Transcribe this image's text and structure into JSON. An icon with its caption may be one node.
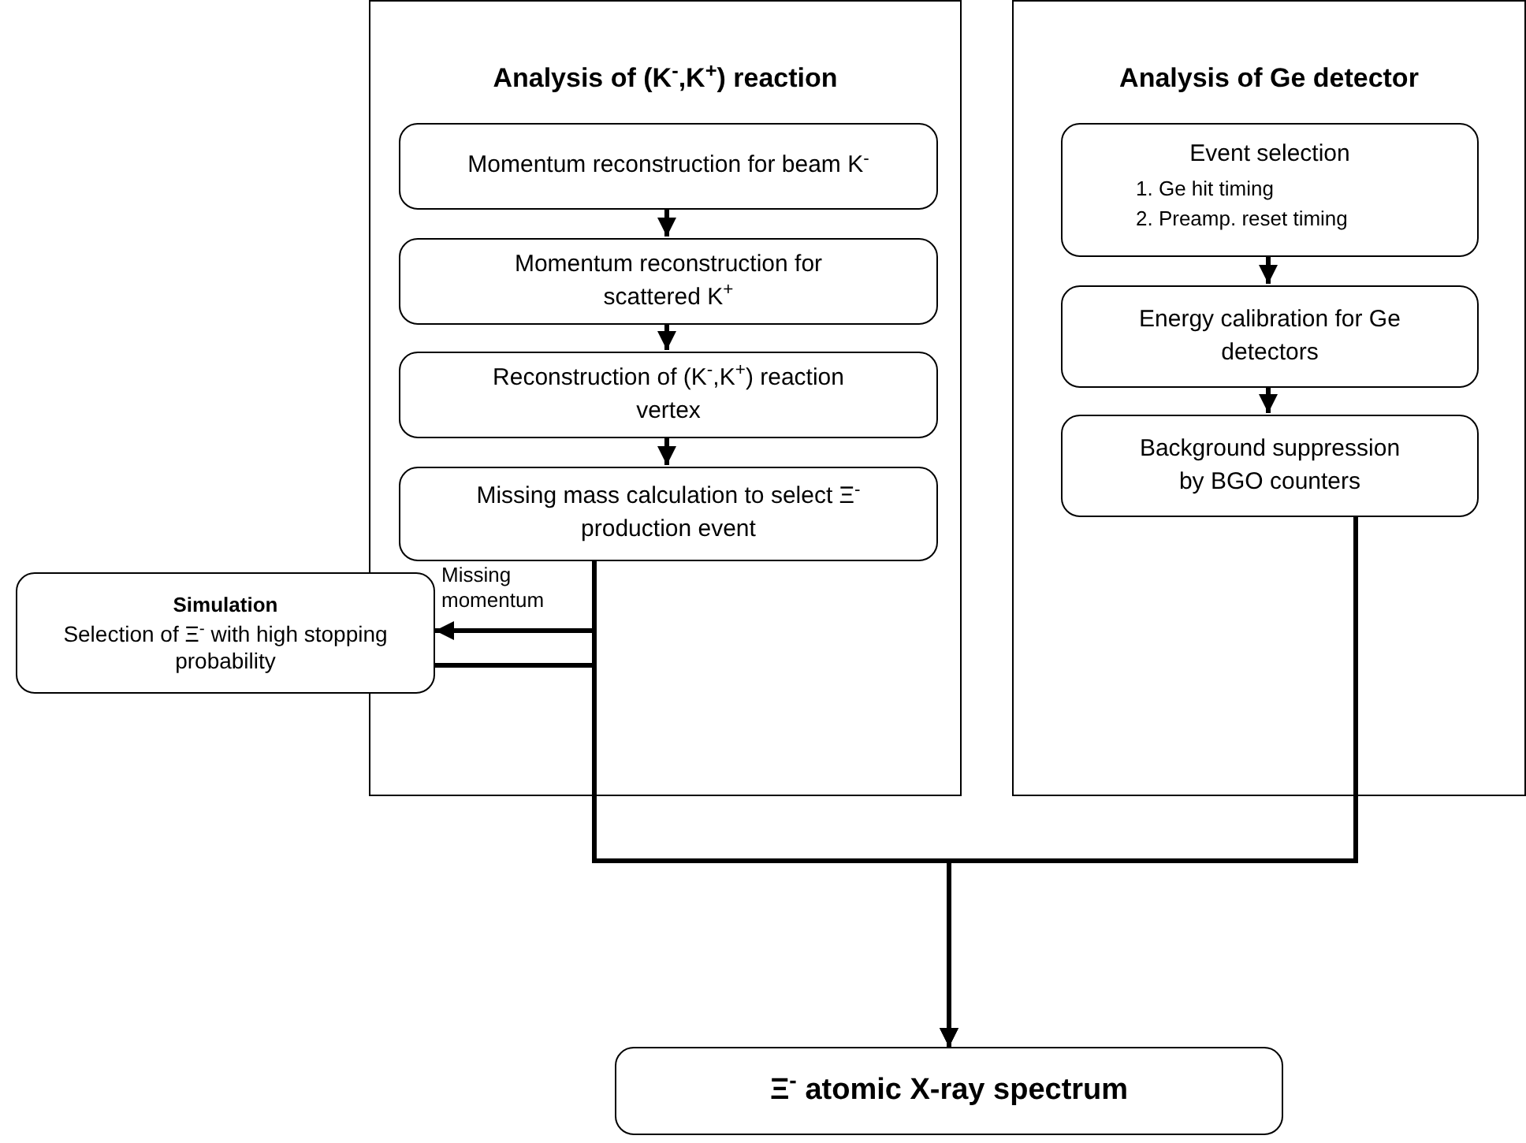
{
  "diagram": {
    "nodes": [
      {
        "text": [
          "Analysis of (K$^{-}$,K$^{+}$) reaction"
        ]
      },
      {
        "text": [
          "Momentum reconstruction for beam K$^{-}$"
        ],
        "in": 0
      },
      {
        "text": [
          "Momentum reconstruction for scattered K$^{+}$"
        ],
        "in": 0
      },
      {
        "text": [
          "Reconstruction of (K$^{-}$,K$^{+}$) reaction vertex"
        ],
        "in": 0
      },
      {
        "text": [
          "Missing mass calculation to select Ξ$^{-}$ production event"
        ],
        "in": 0
      },
      {
        "text": [
          "Analysis of Ge detector"
        ]
      },
      {
        "text": [
          "Event selection",
          "1. Ge hit timing",
          "2. Preamp. reset timing"
        ],
        "in": 5
      },
      {
        "text": [
          "Energy calibration for Ge detectors"
        ],
        "in": 5
      },
      {
        "text": [
          "Background suppression by BGO counters"
        ],
        "in": 5
      },
      {
        "text": [
          "Simulation",
          "Selection of Ξ$^{-}$ with high stopping probability"
        ]
      },
      {
        "text": [
          "Ξ$^{-}$ atomic X-ray spectrum"
        ]
      }
    ],
    "edges": [
      {
        "from": 1,
        "to": 2,
        "arrow": "to"
      },
      {
        "from": 2,
        "to": 3,
        "arrow": "to"
      },
      {
        "from": 3,
        "to": 4,
        "arrow": "to"
      },
      {
        "from": 6,
        "to": 7,
        "arrow": "to"
      },
      {
        "from": 7,
        "to": 8,
        "arrow": "to"
      },
      {
        "from": 4,
        "to": 9,
        "arrow": "to",
        "label": "Missing momentum"
      },
      {
        "from": 9,
        "to": 10,
        "arrow": "to"
      },
      {
        "from": 4,
        "to": 10,
        "arrow": "to"
      },
      {
        "from": 8,
        "to": 10,
        "arrow": "to"
      }
    ]
  }
}
